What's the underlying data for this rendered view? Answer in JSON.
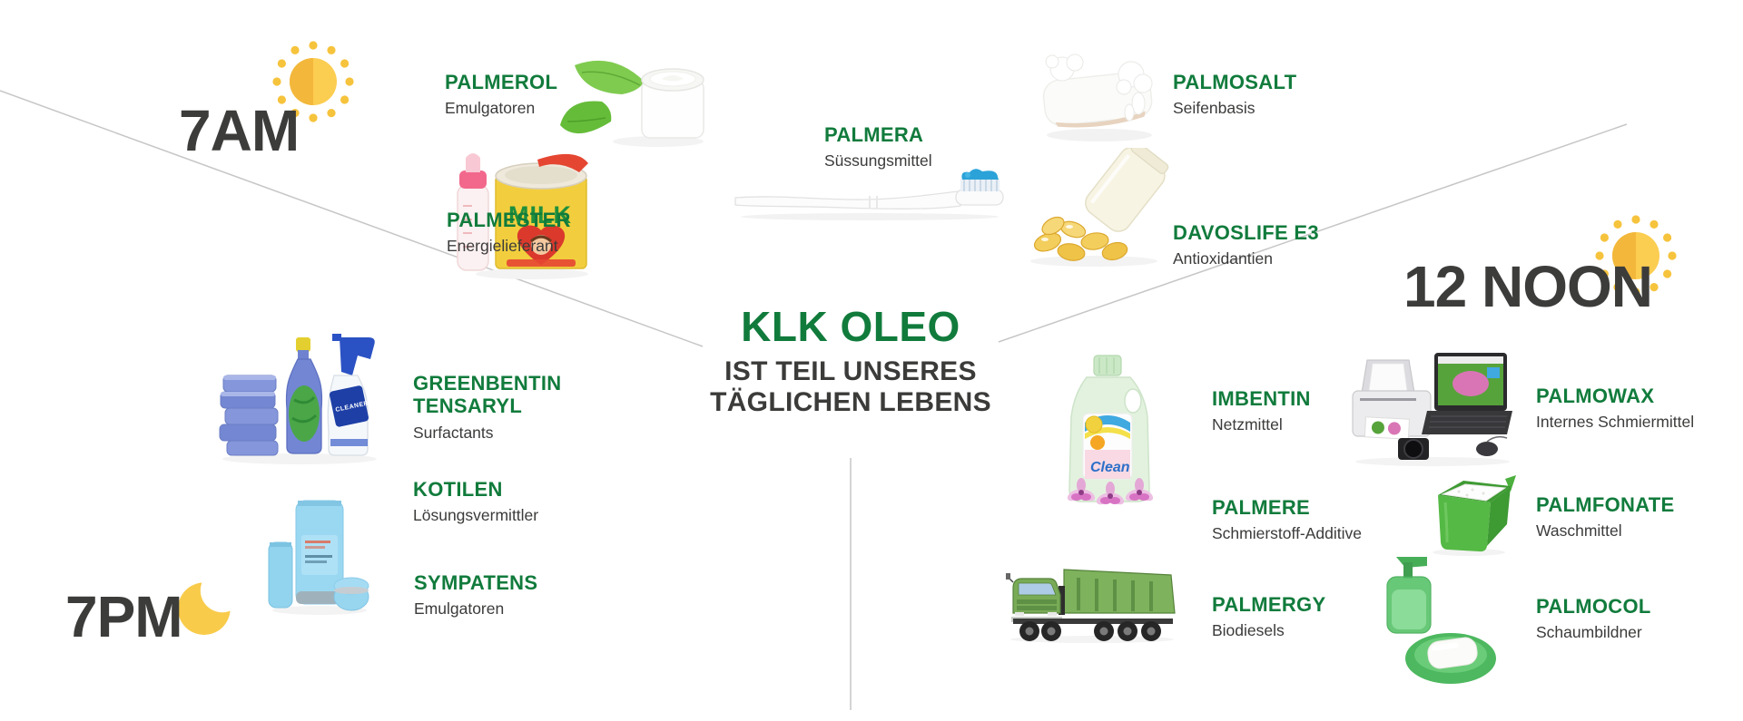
{
  "center": {
    "brand": "KLK OLEO",
    "tagline1": "IST TEIL UNSERES",
    "tagline2": "TÄGLICHEN LEBENS"
  },
  "times": [
    {
      "label": "7AM",
      "icon": "sun-icon"
    },
    {
      "label": "12 NOON",
      "icon": "sun-icon"
    },
    {
      "label": "7PM",
      "icon": "moon-icon"
    }
  ],
  "products": [
    {
      "name": "PALMEROL",
      "desc": "Emulgatoren",
      "image": "cream-jar"
    },
    {
      "name": "PALMESTER",
      "desc": "Energielieferant",
      "image": "milk-can",
      "image_text": "MILK"
    },
    {
      "name": "PALMERA",
      "desc": "Süssungsmittel",
      "image": "toothbrush"
    },
    {
      "name": "PALMOSALT",
      "desc": "Seifenbasis",
      "image": "soap-bar"
    },
    {
      "name": "DAVOSLIFE E3",
      "desc": "Antioxidantien",
      "image": "vitamin-capsules"
    },
    {
      "name": "GREENBENTIN\nTENSARYL",
      "desc": "Surfactants",
      "image": "cleaning-products",
      "image_text": "CLEANER"
    },
    {
      "name": "KOTILEN",
      "desc": "Lösungsvermittler"
    },
    {
      "name": "SYMPATENS",
      "desc": "Emulgatoren",
      "image": "hand-cream-tubes"
    },
    {
      "name": "IMBENTIN",
      "desc": "Netzmittel",
      "image": "detergent-bottle",
      "image_text": "Clean"
    },
    {
      "name": "PALMERE",
      "desc": "Schmierstoff-Additive"
    },
    {
      "name": "PALMERGY",
      "desc": "Biodiesels",
      "image": "dump-truck"
    },
    {
      "name": "PALMOWAX",
      "desc": "Internes Schmiermittel",
      "image": "printer-laptop"
    },
    {
      "name": "PALMFONATE",
      "desc": "Waschmittel",
      "image": "detergent-scoop"
    },
    {
      "name": "PALMOCOL",
      "desc": "Schaumbildner",
      "image": "soap-dish"
    }
  ],
  "colors": {
    "brand_green": "#117B3C",
    "text_dark": "#3B3B3A",
    "sun_yellow": "#F6C33C",
    "sun_yellow_light": "#FBCD51",
    "moon_yellow": "#F8CB4A",
    "line_gray": "#C6C6C6"
  }
}
